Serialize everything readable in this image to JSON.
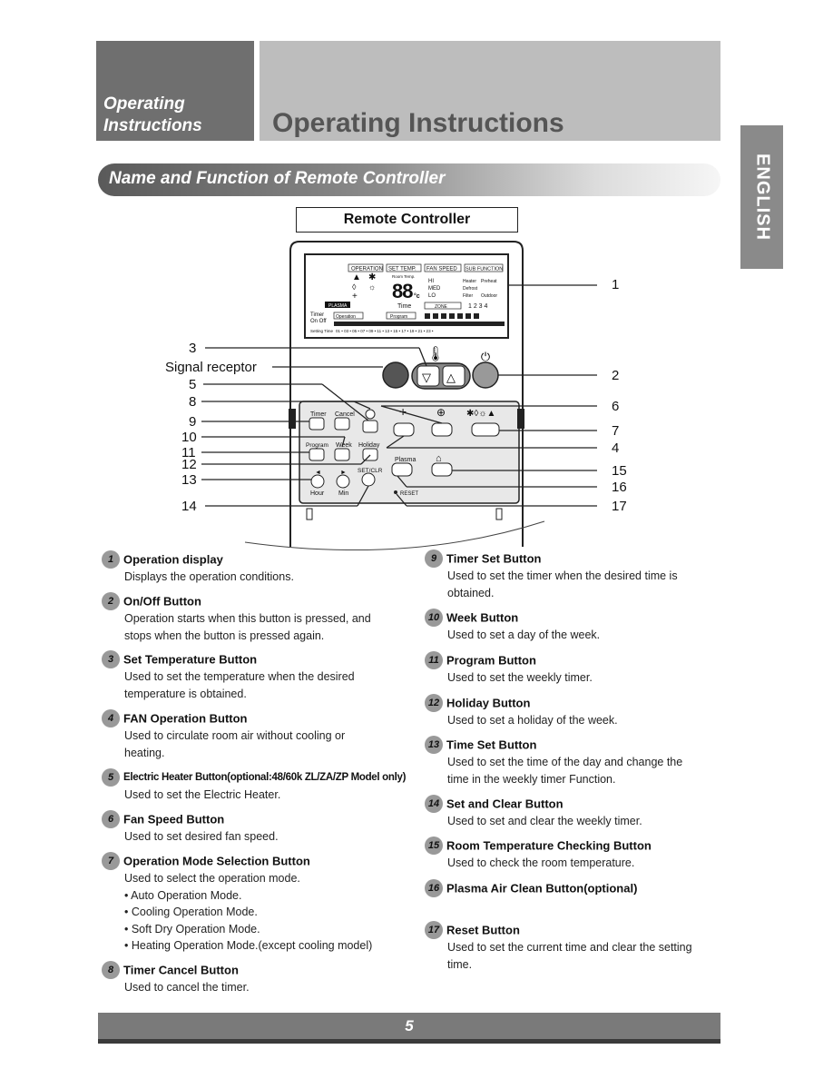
{
  "header": {
    "section_label_line1": "Operating",
    "section_label_line2": "Instructions",
    "page_title": "Operating Instructions",
    "language_tab": "ENGLISH"
  },
  "section": {
    "title": "Name and Function of Remote Controller"
  },
  "remote": {
    "title": "Remote Controller",
    "callouts": [
      "1",
      "2",
      "3",
      "4",
      "5",
      "6",
      "7",
      "8",
      "9",
      "10",
      "11",
      "12",
      "13",
      "14",
      "15",
      "16",
      "17"
    ],
    "signal_receptor": "Signal receptor",
    "display": {
      "tabs": [
        "OPERATION",
        "SET TEMP.",
        "FAN SPEED",
        "SUB FUNCTION"
      ],
      "room_temp": "Room Temp.",
      "fan_levels": [
        "HI",
        "MED",
        "LO"
      ],
      "sub_functions": [
        "Heater",
        "Preheat",
        "Defrost",
        "Filter",
        "Outdoor"
      ],
      "plasma": "PLASMA",
      "time": "Time",
      "zone": "ZONE",
      "zone_numbers": "1 2 3 4",
      "timer": "Timer",
      "on_off": "On Off",
      "operation": "Operation",
      "program": "Program",
      "setting_time": "Setting Time",
      "hour_scale": "01 • 03 • 05 • 07 • 09 • 11 • 13 • 15 • 17 • 19 • 21 • 23 •"
    },
    "buttons": {
      "timer": "Timer",
      "cancel": "Cancel",
      "program": "Program",
      "week": "Week",
      "holiday": "Holiday",
      "hour": "Hour",
      "min": "Min",
      "setclr": "SET/CLR",
      "plasma": "Plasma",
      "reset": "RESET"
    }
  },
  "items_left": [
    {
      "num": "1",
      "title": "Operation display",
      "desc": [
        "Displays the operation conditions."
      ]
    },
    {
      "num": "2",
      "title": "On/Off Button",
      "desc": [
        "Operation starts when this button is pressed, and",
        "stops when the button is pressed again."
      ]
    },
    {
      "num": "3",
      "title": "Set Temperature Button",
      "desc": [
        "Used to set the temperature when the desired",
        "temperature is obtained."
      ]
    },
    {
      "num": "4",
      "title": "FAN Operation Button",
      "desc": [
        "Used to circulate room air without cooling or",
        "heating."
      ]
    },
    {
      "num": "5",
      "title": "Electric Heater Button(optional:48/60k ZL/ZA/ZP Model only)",
      "desc": [
        "Used to set the Electric Heater."
      ]
    },
    {
      "num": "6",
      "title": "Fan Speed Button",
      "desc": [
        "Used to set desired fan speed."
      ]
    },
    {
      "num": "7",
      "title": "Operation Mode Selection Button",
      "desc": [
        "Used to select the operation mode.",
        "• Auto Operation Mode.",
        "• Cooling Operation Mode.",
        "• Soft Dry Operation Mode.",
        "• Heating Operation Mode.(except cooling model)"
      ]
    },
    {
      "num": "8",
      "title": "Timer Cancel Button",
      "desc": [
        "Used to cancel the timer."
      ]
    }
  ],
  "items_right": [
    {
      "num": "9",
      "title": "Timer Set Button",
      "desc": [
        "Used to set the timer when the desired time is",
        "obtained."
      ]
    },
    {
      "num": "10",
      "title": "Week Button",
      "desc": [
        "Used to set a day of the week."
      ]
    },
    {
      "num": "11",
      "title": "Program Button",
      "desc": [
        "Used to set the weekly timer."
      ]
    },
    {
      "num": "12",
      "title": "Holiday Button",
      "desc": [
        "Used to set a holiday of the week."
      ]
    },
    {
      "num": "13",
      "title": "Time Set Button",
      "desc": [
        "Used to set the time of the day and change the",
        "time in the weekly timer Function."
      ]
    },
    {
      "num": "14",
      "title": "Set and Clear Button",
      "desc": [
        "Used to set and clear the weekly timer."
      ]
    },
    {
      "num": "15",
      "title": "Room Temperature Checking Button",
      "desc": [
        "Used to check the room temperature."
      ]
    },
    {
      "num": "16",
      "title": "Plasma Air Clean Button(optional)",
      "desc": []
    },
    {
      "num": "17",
      "title": "Reset Button",
      "desc": [
        "Used to set the current time and clear the setting",
        "time."
      ]
    }
  ],
  "footer": {
    "page_number": "5"
  }
}
